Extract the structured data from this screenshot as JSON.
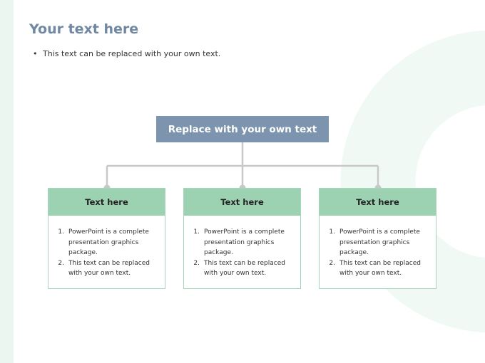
{
  "slide": {
    "title": "Your text here",
    "bullet": "This text can be replaced with your own text."
  },
  "diagram": {
    "top_label": "Replace with your own text",
    "cards": [
      {
        "heading": "Text here",
        "items": [
          {
            "num": "1.",
            "text": "PowerPoint is a complete presentation graphics package."
          },
          {
            "num": "2.",
            "text": "This text can be replaced with your own text."
          }
        ]
      },
      {
        "heading": "Text here",
        "items": [
          {
            "num": "1.",
            "text": "PowerPoint is a complete presentation graphics package."
          },
          {
            "num": "2.",
            "text": "This text can be replaced with your own text."
          }
        ]
      },
      {
        "heading": "Text here",
        "items": [
          {
            "num": "1.",
            "text": "PowerPoint is a complete presentation graphics package."
          },
          {
            "num": "2.",
            "text": "This text can be replaced with your own text."
          }
        ]
      }
    ]
  },
  "colors": {
    "title": "#6f88a3",
    "top_box": "#7d94ae",
    "card_header": "#9cd2b2",
    "card_border": "#a7d5b9",
    "connector": "#c8c8c8",
    "background_accent": "#eaf6ef"
  }
}
